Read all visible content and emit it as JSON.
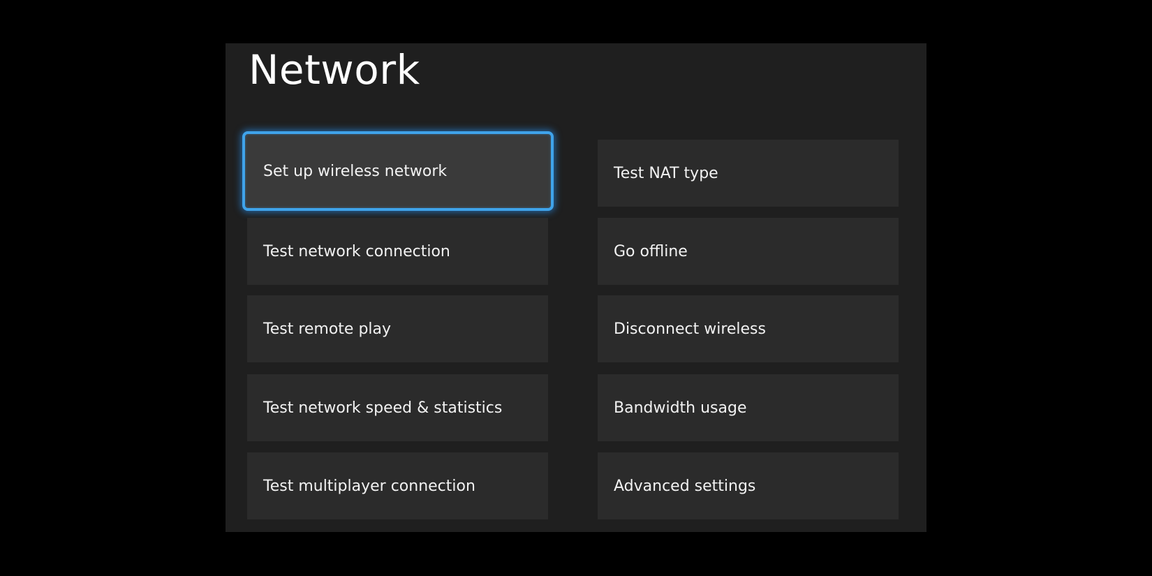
{
  "page": {
    "title": "Network"
  },
  "colors": {
    "background": "#000000",
    "panel": "#1f1f1f",
    "tile": "#2b2b2b",
    "tile_focused": "#3a3a3a",
    "focus_accent": "#3fa3ea",
    "text": "#f2f2f2"
  },
  "menu": {
    "left": [
      {
        "label": "Set up wireless network",
        "focused": true
      },
      {
        "label": "Test network connection",
        "focused": false
      },
      {
        "label": "Test remote play",
        "focused": false
      },
      {
        "label": "Test network speed & statistics",
        "focused": false
      },
      {
        "label": "Test multiplayer connection",
        "focused": false
      }
    ],
    "right": [
      {
        "label": "Test NAT type",
        "focused": false
      },
      {
        "label": "Go offline",
        "focused": false
      },
      {
        "label": "Disconnect wireless",
        "focused": false
      },
      {
        "label": "Bandwidth usage",
        "focused": false
      },
      {
        "label": "Advanced settings",
        "focused": false
      }
    ]
  }
}
